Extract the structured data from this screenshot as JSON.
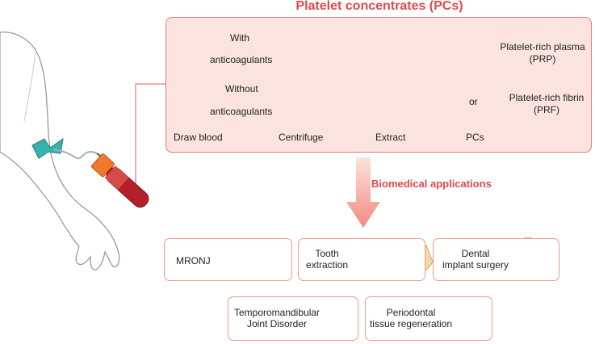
{
  "title": "Platelet concentrates (PCs)",
  "rows": {
    "with": {
      "label_top": "With",
      "label_bottom": "anticoagulants",
      "product": "Platelet-rich plasma",
      "abbrev": "(PRP)"
    },
    "without": {
      "label_top": "Without",
      "label_bottom": "anticoagulants",
      "connector": "or",
      "product": "Platelet-rich fibrin",
      "abbrev": "(PRF)"
    }
  },
  "steps": [
    "Draw blood",
    "Centrifuge",
    "Extract",
    "PCs"
  ],
  "biomedical_label": "Biomedical applications",
  "applications": [
    {
      "line1": "MRONJ",
      "line2": ""
    },
    {
      "line1": "Tooth",
      "line2": "extraction"
    },
    {
      "line1": "Dental",
      "line2": "implant surgery"
    },
    {
      "line1": "Temporomandibular",
      "line2": "Joint Disorder"
    },
    {
      "line1": "Periodontal",
      "line2": "tissue regeneration"
    }
  ],
  "colors": {
    "accent": "#e0494b",
    "box_fill": "#fbe4e0",
    "box_border": "#e87a72",
    "app_border": "#ef9a8e",
    "blood": "#b3202a",
    "plasma": "#f2b233",
    "cap": "#f07a2a"
  }
}
